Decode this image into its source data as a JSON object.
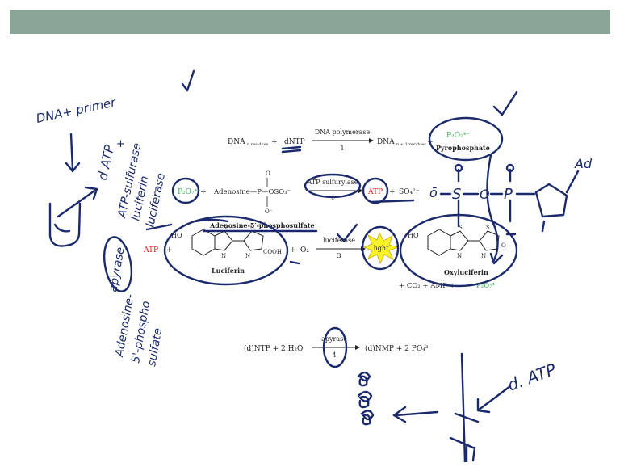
{
  "colors": {
    "header": "#8aa595",
    "ink": "#1a2a6c",
    "red": "#e01b1b",
    "green": "#2fa84f",
    "light_star": "#f7f22a"
  },
  "reaction1": {
    "reactant1": "DNA",
    "reactant1_sub": "n residues",
    "plus1": "+",
    "reactant2": "dNTP",
    "enzyme": "DNA polymerase",
    "step": "1",
    "product1": "DNA",
    "product1_sub": "n + 1 residues",
    "plus2": "+",
    "product2": "P₂O₇⁴⁻",
    "product2_label": "Pyrophosphate"
  },
  "reaction2": {
    "reactant1": "P₂O₇⁴⁻",
    "plus1": "+",
    "reactant2": "Adenosine—P—OSO₃⁻",
    "reactant2_o_top": "O",
    "reactant2_o_bottom": "O⁻",
    "reactant2_label": "Adenosine-5′-phosphosulfate",
    "enzyme": "ATP sulfurylase",
    "step": "2",
    "product1": "ATP",
    "plus2": "+",
    "product2": "SO₄²⁻"
  },
  "reaction3": {
    "reactant1": "ATP",
    "plus1": "+",
    "luciferin_label": "Luciferin",
    "luciferin_ho": "HO",
    "luciferin_cooh": "COOH",
    "atom_s": "S",
    "atom_n": "N",
    "plus2": "+",
    "reactant3": "O₂",
    "enzyme": "luciferase",
    "step": "3",
    "product_light": "light",
    "oxyluciferin_label": "Oxyluciferin",
    "oxyluciferin_ho": "HO",
    "oxyluciferin_o": "O",
    "byproducts": "+ CO₂ + AMP + ",
    "byproduct_ppi": "P₂O₇⁴⁻"
  },
  "reaction4": {
    "reactants": "(d)NTP + 2 H₂O",
    "enzyme": "apyrase",
    "step": "4",
    "products": "(d)NMP + 2 PO₄³⁻"
  },
  "handwriting": {
    "dna_primer": "DNA+ primer",
    "datp": "d ATP",
    "plus": "+",
    "atp_sulfurase": "ATP-sulfurase",
    "luciferin": "luciferin",
    "luciferase": "luciferase",
    "apyrase": "apyrase",
    "adenosine": "Adenosine-",
    "phospho": "5'-phospho",
    "sulfate": "sulfate",
    "d_atp_right": "d. ATP",
    "ad": "Ad",
    "aps_o_minus": "ō",
    "aps_s": "S",
    "aps_o": "O",
    "aps_p": "P"
  }
}
